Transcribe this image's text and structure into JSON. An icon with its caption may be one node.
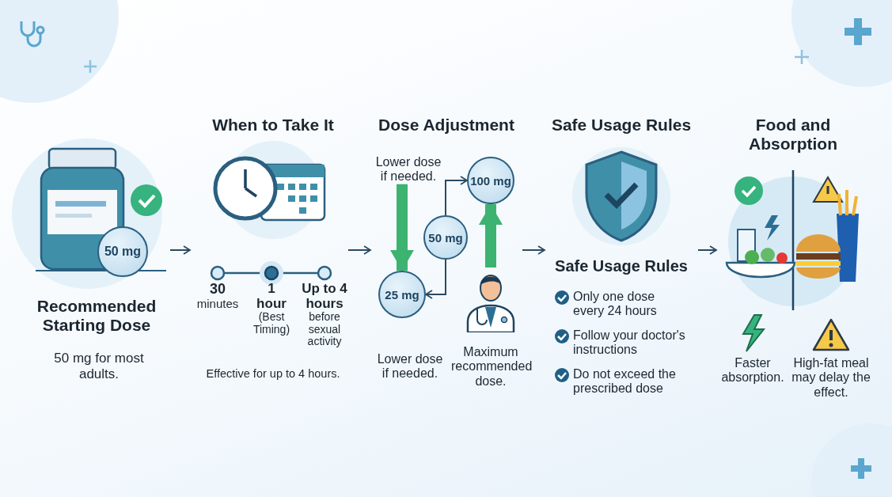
{
  "diagram": {
    "nodes": [
      {
        "text": [
          "Recommended Starting Dose",
          "50 mg for most adults."
        ]
      },
      {
        "text": [
          "50 mg"
        ],
        "in": 0
      },
      {
        "text": [
          "When to Take It",
          "Effective for up to 4 hours."
        ]
      },
      {
        "text": [
          "Dose Adjustment"
        ]
      },
      {
        "text": [
          "Lower dose if needed."
        ],
        "in": 3
      },
      {
        "text": [
          "100 mg"
        ],
        "in": 3
      },
      {
        "text": [
          "50 mg"
        ],
        "in": 3
      },
      {
        "text": [
          "25 mg"
        ],
        "in": 3,
        "beside": [
          "Lower dose if needed."
        ]
      },
      {
        "text": [],
        "shape": "person",
        "in": 3,
        "beside": [
          "Maximum recommended dose."
        ]
      },
      {
        "text": [
          "Safe Usage Rules",
          "Safe Usage Rules",
          "Only one dose every 24 hours",
          "Follow your doctor's instructions",
          "Do not exceed the prescribed dose"
        ]
      },
      {
        "text": [
          "Food and Absorption",
          "Faster absorption.",
          "High-fat meal may delay the effect."
        ]
      }
    ],
    "edges": [
      {
        "from": 0,
        "to": 2,
        "arrow": "to"
      },
      {
        "from": 2,
        "to": 3,
        "arrow": "to"
      },
      {
        "from": 3,
        "to": 9,
        "arrow": "to"
      },
      {
        "from": 9,
        "to": 10,
        "arrow": "to"
      },
      {
        "from": 6,
        "to": 5,
        "arrow": "to"
      },
      {
        "from": 6,
        "to": 7,
        "arrow": "to"
      },
      {
        "from": 4,
        "to": 7,
        "arrow": "to",
        "style": "thick",
        "color": "#3cb371"
      },
      {
        "from": 8,
        "to": 5,
        "arrow": "to",
        "style": "thick",
        "color": "#3cb371"
      }
    ],
    "labels": [
      "30",
      "minutes",
      "1 hour",
      "(Best Timing)",
      "Up to 4 hours",
      "before sexual activity"
    ]
  }
}
